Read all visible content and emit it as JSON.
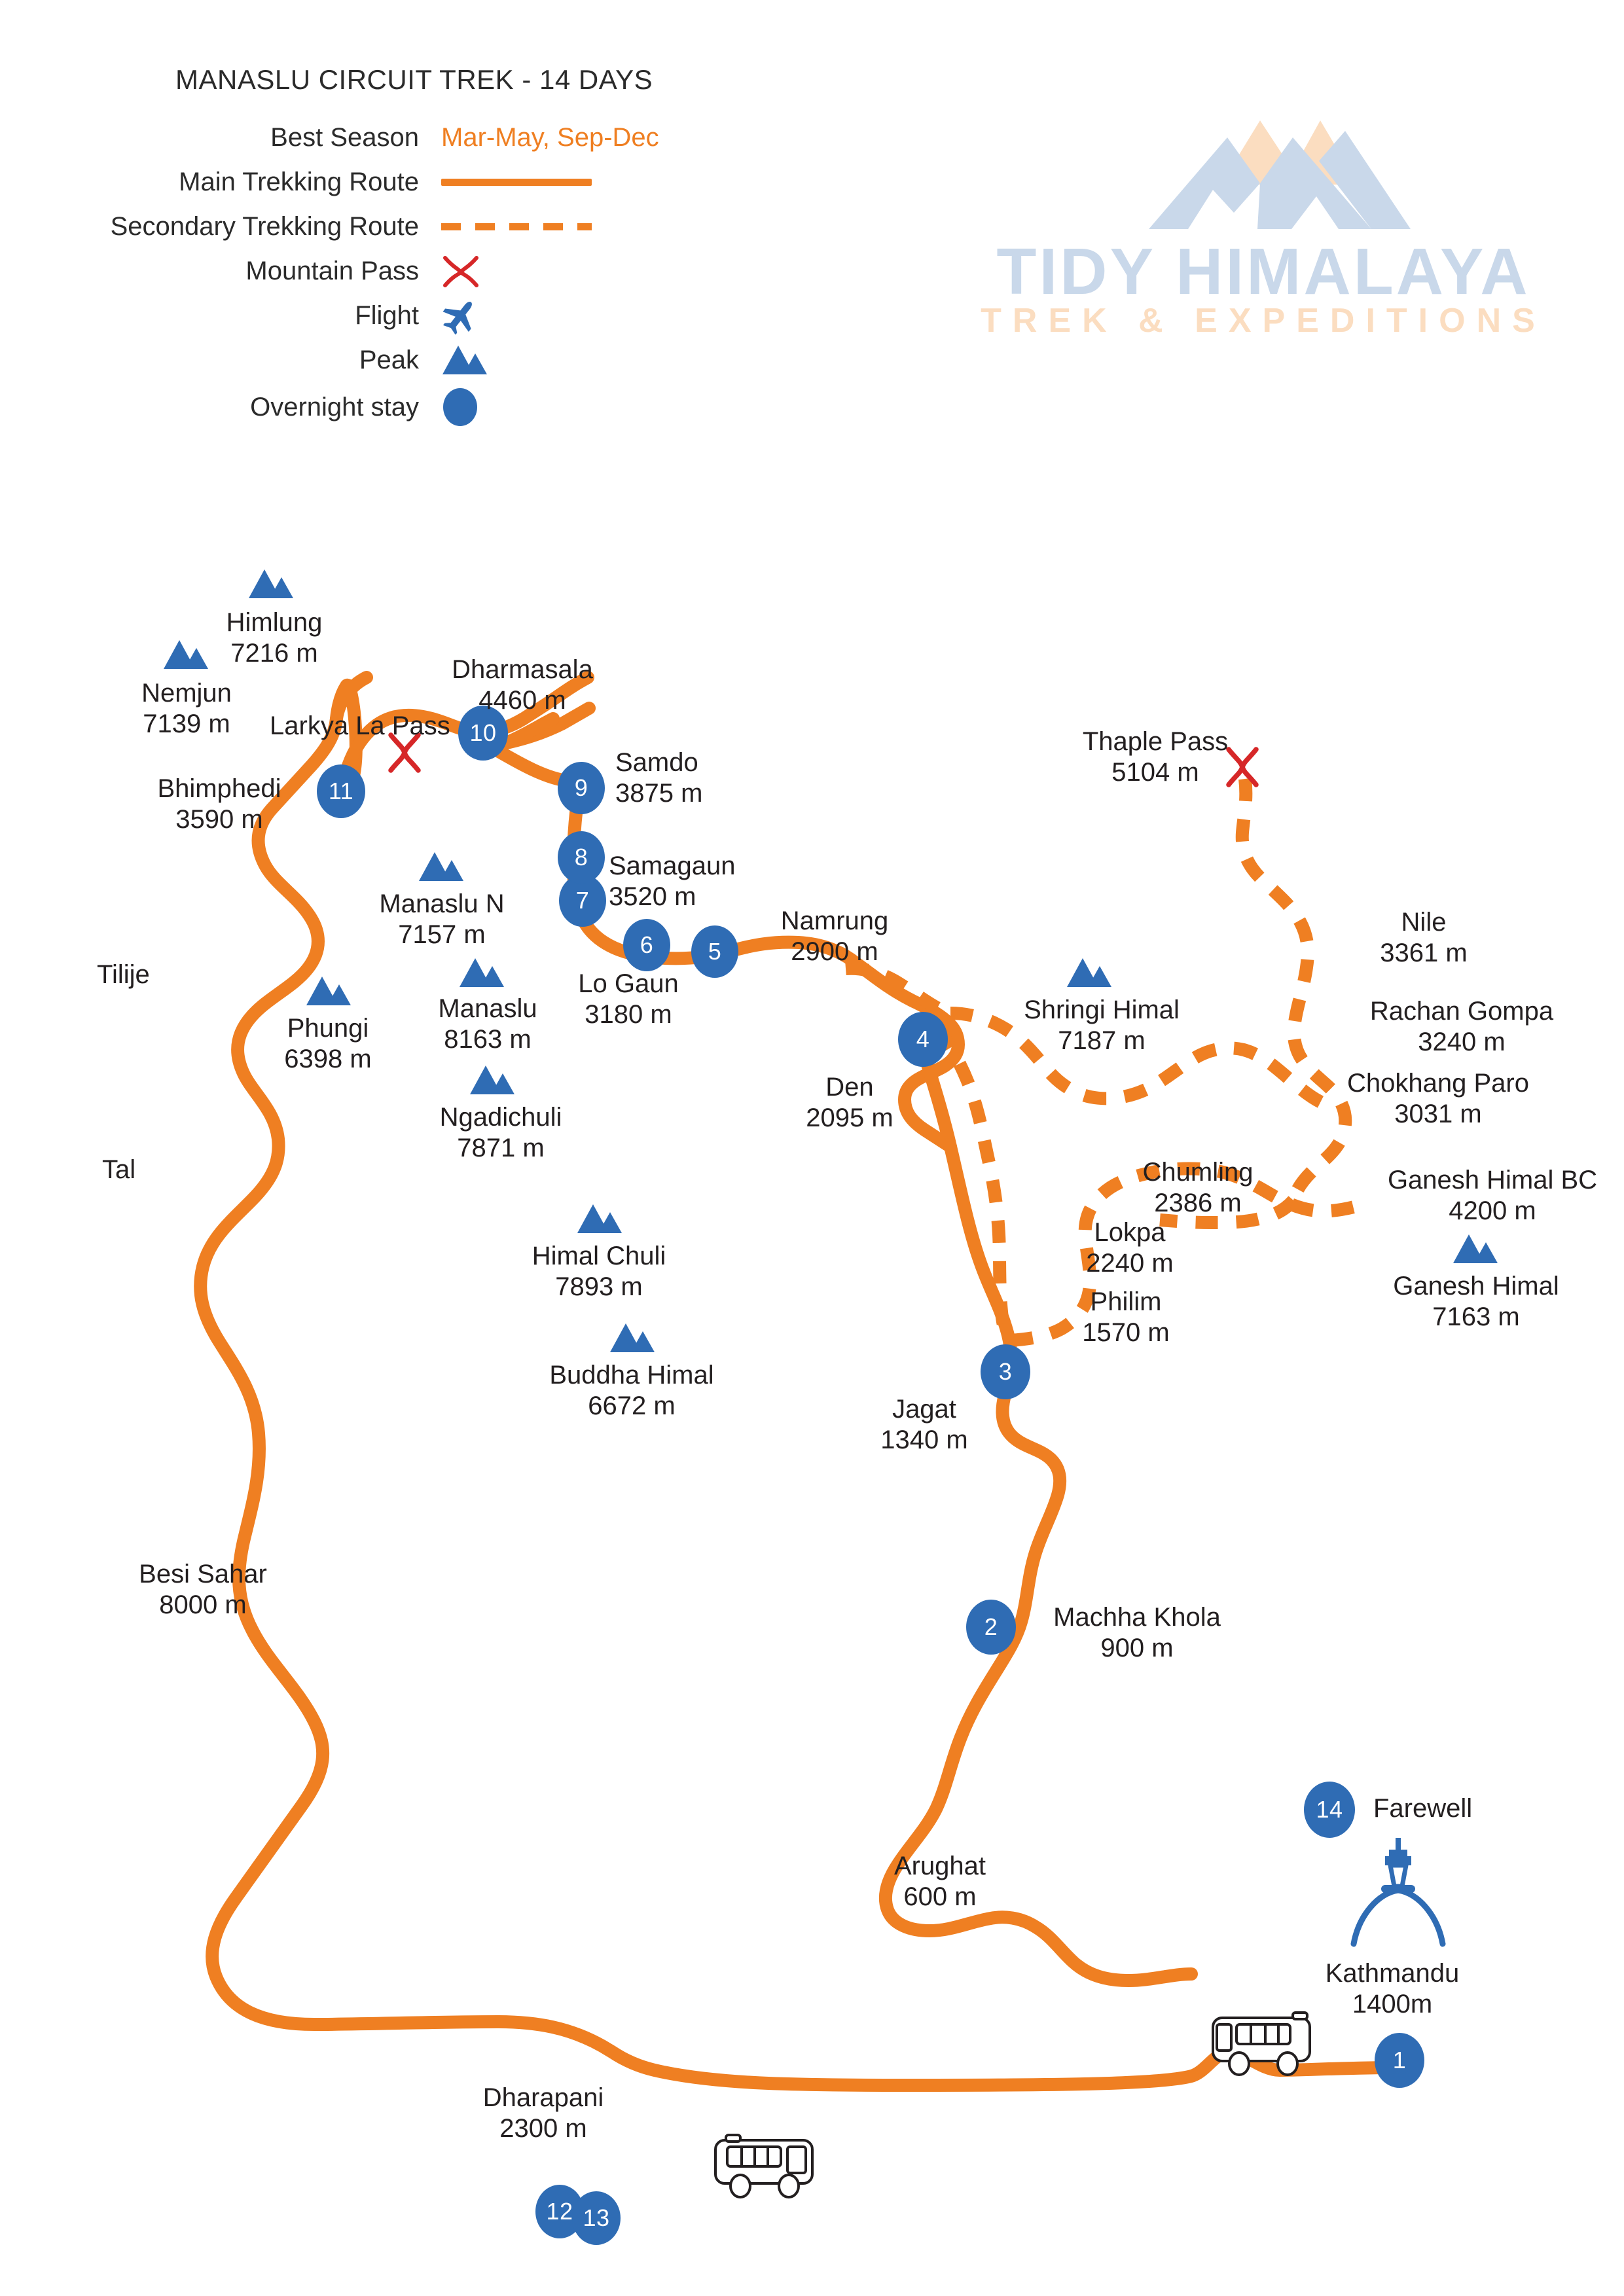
{
  "legend": {
    "title": "MANASLU CIRCUIT TREK  - 14 DAYS",
    "rows": [
      {
        "label": "Best Season",
        "symbol": "text",
        "value": "Mar-May, Sep-Dec"
      },
      {
        "label": "Main Trekking Route",
        "symbol": "solid-line",
        "value": ""
      },
      {
        "label": "Secondary Trekking Route",
        "symbol": "dashed-line",
        "value": ""
      },
      {
        "label": "Mountain Pass",
        "symbol": "pass-icon",
        "value": ""
      },
      {
        "label": "Flight",
        "symbol": "plane-icon",
        "value": ""
      },
      {
        "label": "Peak",
        "symbol": "peak-icon",
        "value": ""
      },
      {
        "label": "Overnight stay",
        "symbol": "dot-icon",
        "value": ""
      }
    ]
  },
  "logo": {
    "name": "TIDY HIMALAYA",
    "tagline": "TREK & EXPEDITIONS"
  },
  "colors": {
    "route_main": "#ef7f22",
    "route_secondary": "#ef7f22",
    "pin": "#2f6cb4",
    "peak": "#2f6cb4",
    "pass": "#d62728",
    "season_text": "#ef7f22",
    "logo_blue": "#c9d8ea",
    "logo_peach": "#fbddc0",
    "text": "#231f20"
  },
  "map": {
    "peaks": [
      {
        "name": "Himlung",
        "elevation": "7216 m"
      },
      {
        "name": "Nemjun",
        "elevation": "7139 m"
      },
      {
        "name": "Manaslu N",
        "elevation": "7157 m"
      },
      {
        "name": "Phungi",
        "elevation": "6398 m"
      },
      {
        "name": "Manaslu",
        "elevation": "8163 m"
      },
      {
        "name": "Ngadichuli",
        "elevation": "7871 m"
      },
      {
        "name": "Himal Chuli",
        "elevation": "7893 m"
      },
      {
        "name": "Buddha Himal",
        "elevation": "6672 m"
      },
      {
        "name": "Shringi Himal",
        "elevation": "7187 m"
      },
      {
        "name": "Ganesh Himal",
        "elevation": "7163 m"
      }
    ],
    "passes": [
      {
        "name": "Larkya La Pass",
        "elevation": ""
      },
      {
        "name": "Thaple Pass",
        "elevation": "5104 m"
      }
    ],
    "places": [
      {
        "name": "Dharmasala",
        "elevation": "4460 m",
        "day": "10"
      },
      {
        "name": "Samdo",
        "elevation": "3875 m",
        "day": "9"
      },
      {
        "name": "Bhimphedi",
        "elevation": "3590 m",
        "day": "11"
      },
      {
        "name": "Samagaun",
        "elevation": "3520 m",
        "day": "8"
      },
      {
        "name": "Lo Gaun",
        "elevation": "3180 m",
        "day": "6"
      },
      {
        "name": "Namrung",
        "elevation": "2900 m",
        "day": "5"
      },
      {
        "name": "Den",
        "elevation": "2095 m",
        "day": "4"
      },
      {
        "name": "Jagat",
        "elevation": "1340 m",
        "day": "3"
      },
      {
        "name": "Machha Khola",
        "elevation": "900 m",
        "day": "2"
      },
      {
        "name": "Arughat",
        "elevation": "600 m",
        "day": ""
      },
      {
        "name": "Dharapani",
        "elevation": "2300 m",
        "day": "12"
      },
      {
        "name": "Besi Sahar",
        "elevation": "8000 m",
        "day": ""
      },
      {
        "name": "Tilije",
        "elevation": "",
        "day": ""
      },
      {
        "name": "Tal",
        "elevation": "",
        "day": ""
      },
      {
        "name": "Kathmandu",
        "elevation": "1400m",
        "day": "1"
      },
      {
        "name": "Nile",
        "elevation": "3361 m",
        "day": ""
      },
      {
        "name": "Rachan Gompa",
        "elevation": "3240 m",
        "day": ""
      },
      {
        "name": "Chokhang Paro",
        "elevation": "3031 m",
        "day": ""
      },
      {
        "name": "Chumling",
        "elevation": "2386 m",
        "day": ""
      },
      {
        "name": "Lokpa",
        "elevation": "2240 m",
        "day": ""
      },
      {
        "name": "Philim",
        "elevation": "1570 m",
        "day": ""
      },
      {
        "name": "Ganesh Himal BC",
        "elevation": "4200 m",
        "day": ""
      }
    ],
    "day_markers": [
      "1",
      "2",
      "3",
      "4",
      "5",
      "6",
      "7",
      "8",
      "9",
      "10",
      "11",
      "12",
      "13",
      "14"
    ],
    "farewell_label": "Farewell",
    "farewell_day": "14",
    "labels": {
      "himlung_name": "Himlung",
      "himlung_el": "7216 m",
      "nemjun_name": "Nemjun",
      "nemjun_el": "7139 m",
      "manaslun_name": "Manaslu N",
      "manaslun_el": "7157 m",
      "phungi_name": "Phungi",
      "phungi_el": "6398 m",
      "manaslu_name": "Manaslu",
      "manaslu_el": "8163 m",
      "ngadichuli_name": "Ngadichuli",
      "ngadichuli_el": "7871 m",
      "himalchuli_name": "Himal Chuli",
      "himalchuli_el": "7893 m",
      "buddhahimal_name": "Buddha Himal",
      "buddhahimal_el": "6672 m",
      "shringi_name": "Shringi Himal",
      "shringi_el": "7187 m",
      "ganeshhimal_name": "Ganesh Himal",
      "ganeshhimal_el": "7163 m",
      "larkya_name": "Larkya La Pass",
      "thaple_name": "Thaple Pass",
      "thaple_el": "5104 m",
      "dharmasala_name": "Dharmasala",
      "dharmasala_el": "4460 m",
      "samdo_name": "Samdo",
      "samdo_el": "3875 m",
      "bhimphedi_name": "Bhimphedi",
      "bhimphedi_el": "3590 m",
      "samagaun_name": "Samagaun",
      "samagaun_el": "3520 m",
      "logaun_name": "Lo Gaun",
      "logaun_el": "3180 m",
      "namrung_name": "Namrung",
      "namrung_el": "2900 m",
      "den_name": "Den",
      "den_el": "2095 m",
      "jagat_name": "Jagat",
      "jagat_el": "1340 m",
      "machha_name": "Machha Khola",
      "machha_el": "900 m",
      "arughat_name": "Arughat",
      "arughat_el": "600 m",
      "dharapani_name": "Dharapani",
      "dharapani_el": "2300 m",
      "besisahar_name": "Besi Sahar",
      "besisahar_el": "8000 m",
      "tilije_name": "Tilije",
      "tal_name": "Tal",
      "kathmandu_name": "Kathmandu",
      "kathmandu_el": "1400m",
      "nile_name": "Nile",
      "nile_el": "3361 m",
      "rachan_name": "Rachan Gompa",
      "rachan_el": "3240 m",
      "chokhang_name": "Chokhang Paro",
      "chokhang_el": "3031 m",
      "chumling_name": "Chumling",
      "chumling_el": "2386 m",
      "lokpa_name": "Lokpa",
      "lokpa_el": "2240 m",
      "philim_name": "Philim",
      "philim_el": "1570 m",
      "ganeshbc_name": "Ganesh Himal BC",
      "ganeshbc_el": "4200 m",
      "farewell": "Farewell"
    }
  }
}
